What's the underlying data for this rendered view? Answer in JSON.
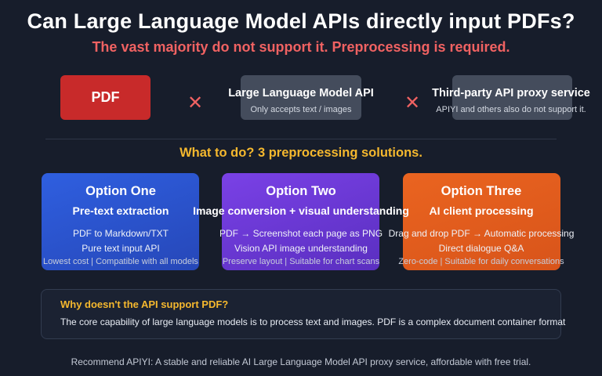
{
  "header": {
    "title": "Can Large Language Model APIs directly input PDFs?",
    "subtitle": "The vast majority do not support it. Preprocessing is required."
  },
  "pdf_box": {
    "label": "PDF"
  },
  "cross_symbol": "✕",
  "targets": [
    {
      "title": "Large Language Model API",
      "subtitle": "Only accepts text / images"
    },
    {
      "title": "Third-party API proxy service",
      "subtitle": "APIYI and others also do not support it."
    }
  ],
  "solutions_heading": "What to do? 3 preprocessing solutions.",
  "options": [
    {
      "title": "Option One",
      "subtitle": "Pre-text extraction",
      "line1": "PDF to Markdown/TXT",
      "line2": "Pure text input API",
      "note": "Lowest cost | Compatible with all models"
    },
    {
      "title": "Option Two",
      "subtitle": "Image conversion + visual understanding",
      "line1": "PDF → Screenshot each page as PNG",
      "line2": "Vision API image understanding",
      "note": "Preserve layout | Suitable for chart scans"
    },
    {
      "title": "Option Three",
      "subtitle": "AI client processing",
      "line1": "Drag and drop PDF → Automatic processing",
      "line2": "Direct dialogue Q&A",
      "note": "Zero-code | Suitable for daily conversations"
    }
  ],
  "why": {
    "title": "Why doesn't the API support PDF?",
    "text": "The core capability of large language models is to process text and images. PDF is a complex document container format"
  },
  "footer": "Recommend APIYI: A stable and reliable AI Large Language Model API proxy service, affordable with free trial.",
  "colors": {
    "background": "#171d2b",
    "pdf": "#c82a2a",
    "cross": "#f06262",
    "accent": "#f5b82e",
    "option_one": "#2f5fe0",
    "option_two": "#7a41e6",
    "option_three": "#ea6420"
  }
}
